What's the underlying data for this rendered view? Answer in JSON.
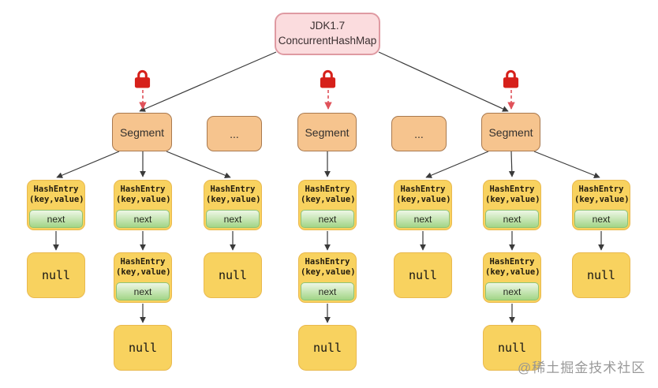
{
  "title_box": {
    "label": "JDK1.7\nConcurrentHashMap"
  },
  "segments": [
    {
      "label": "Segment"
    },
    {
      "label": "..."
    },
    {
      "label": "Segment"
    },
    {
      "label": "..."
    },
    {
      "label": "Segment"
    }
  ],
  "entry": {
    "title": "HashEntry",
    "subtitle": "(key,value)",
    "next": "next"
  },
  "null_label": "null",
  "watermark": "@稀土掘金技术社区",
  "colors": {
    "title_fill": "#fbdcde",
    "title_border": "#df9aa2",
    "segment_fill": "#f6c48e",
    "segment_border": "#a9794e",
    "entry_fill": "#f8d25f",
    "entry_border": "#e9b94e",
    "next_gradient_top": "#eef7e6",
    "next_gradient_bottom": "#a2d587",
    "lock_red": "#d6201a",
    "dashed_arrow": "#e0525a",
    "solid_arrow": "#3a3a3a"
  },
  "structure": {
    "locked_segments": [
      0,
      2,
      4
    ],
    "chains": [
      {
        "segment": 0,
        "nodes": [
          "HashEntry",
          "null"
        ]
      },
      {
        "segment": 0,
        "nodes": [
          "HashEntry",
          "HashEntry",
          "null"
        ]
      },
      {
        "segment": 0,
        "nodes": [
          "HashEntry",
          "null"
        ]
      },
      {
        "segment": 2,
        "nodes": [
          "HashEntry",
          "HashEntry",
          "null"
        ]
      },
      {
        "segment": 4,
        "nodes": [
          "HashEntry",
          "null"
        ]
      },
      {
        "segment": 4,
        "nodes": [
          "HashEntry",
          "HashEntry",
          "null"
        ]
      },
      {
        "segment": 4,
        "nodes": [
          "HashEntry",
          "null"
        ]
      }
    ]
  }
}
